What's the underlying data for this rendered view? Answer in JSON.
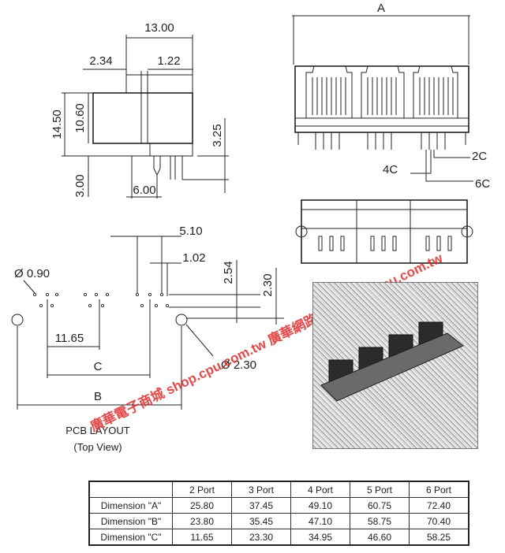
{
  "side_view": {
    "width_total": "13.00",
    "left_offset": "2.34",
    "pin_pitch": "1.22",
    "height_total": "14.50",
    "body_height": "10.60",
    "peg_height": "3.25",
    "pin_length": "3.00",
    "pin_spacing": "6.00"
  },
  "front_view": {
    "dim_a": "A",
    "contact_2c": "2C",
    "contact_4c": "4C",
    "contact_6c": "6C"
  },
  "pcb_layout": {
    "pad_offset": "5.10",
    "pin_pitch": "1.02",
    "row_offset": "2.54",
    "row_gap": "2.30",
    "hole_small": "Ø 0.90",
    "hole_large": "Ø 2.30",
    "port_pitch": "11.65",
    "dim_c": "C",
    "dim_b": "B",
    "title": "PCB LAYOUT",
    "subtitle": "(Top View)"
  },
  "watermark": {
    "line1": "廣華電子商城  shop.cpu.com.tw  廣華網路目錄  www.cpu.com.tw"
  },
  "dimension_table": {
    "headers": [
      "",
      "2 Port",
      "3 Port",
      "4 Port",
      "5 Port",
      "6 Port"
    ],
    "rows": [
      {
        "label": "Dimension \"A\"",
        "values": [
          "25.80",
          "37.45",
          "49.10",
          "60.75",
          "72.40"
        ]
      },
      {
        "label": "Dimension \"B\"",
        "values": [
          "23.80",
          "35.45",
          "47.10",
          "58.75",
          "70.40"
        ]
      },
      {
        "label": "Dimension \"C\"",
        "values": [
          "11.65",
          "23.30",
          "34.95",
          "46.60",
          "58.25"
        ]
      }
    ]
  }
}
